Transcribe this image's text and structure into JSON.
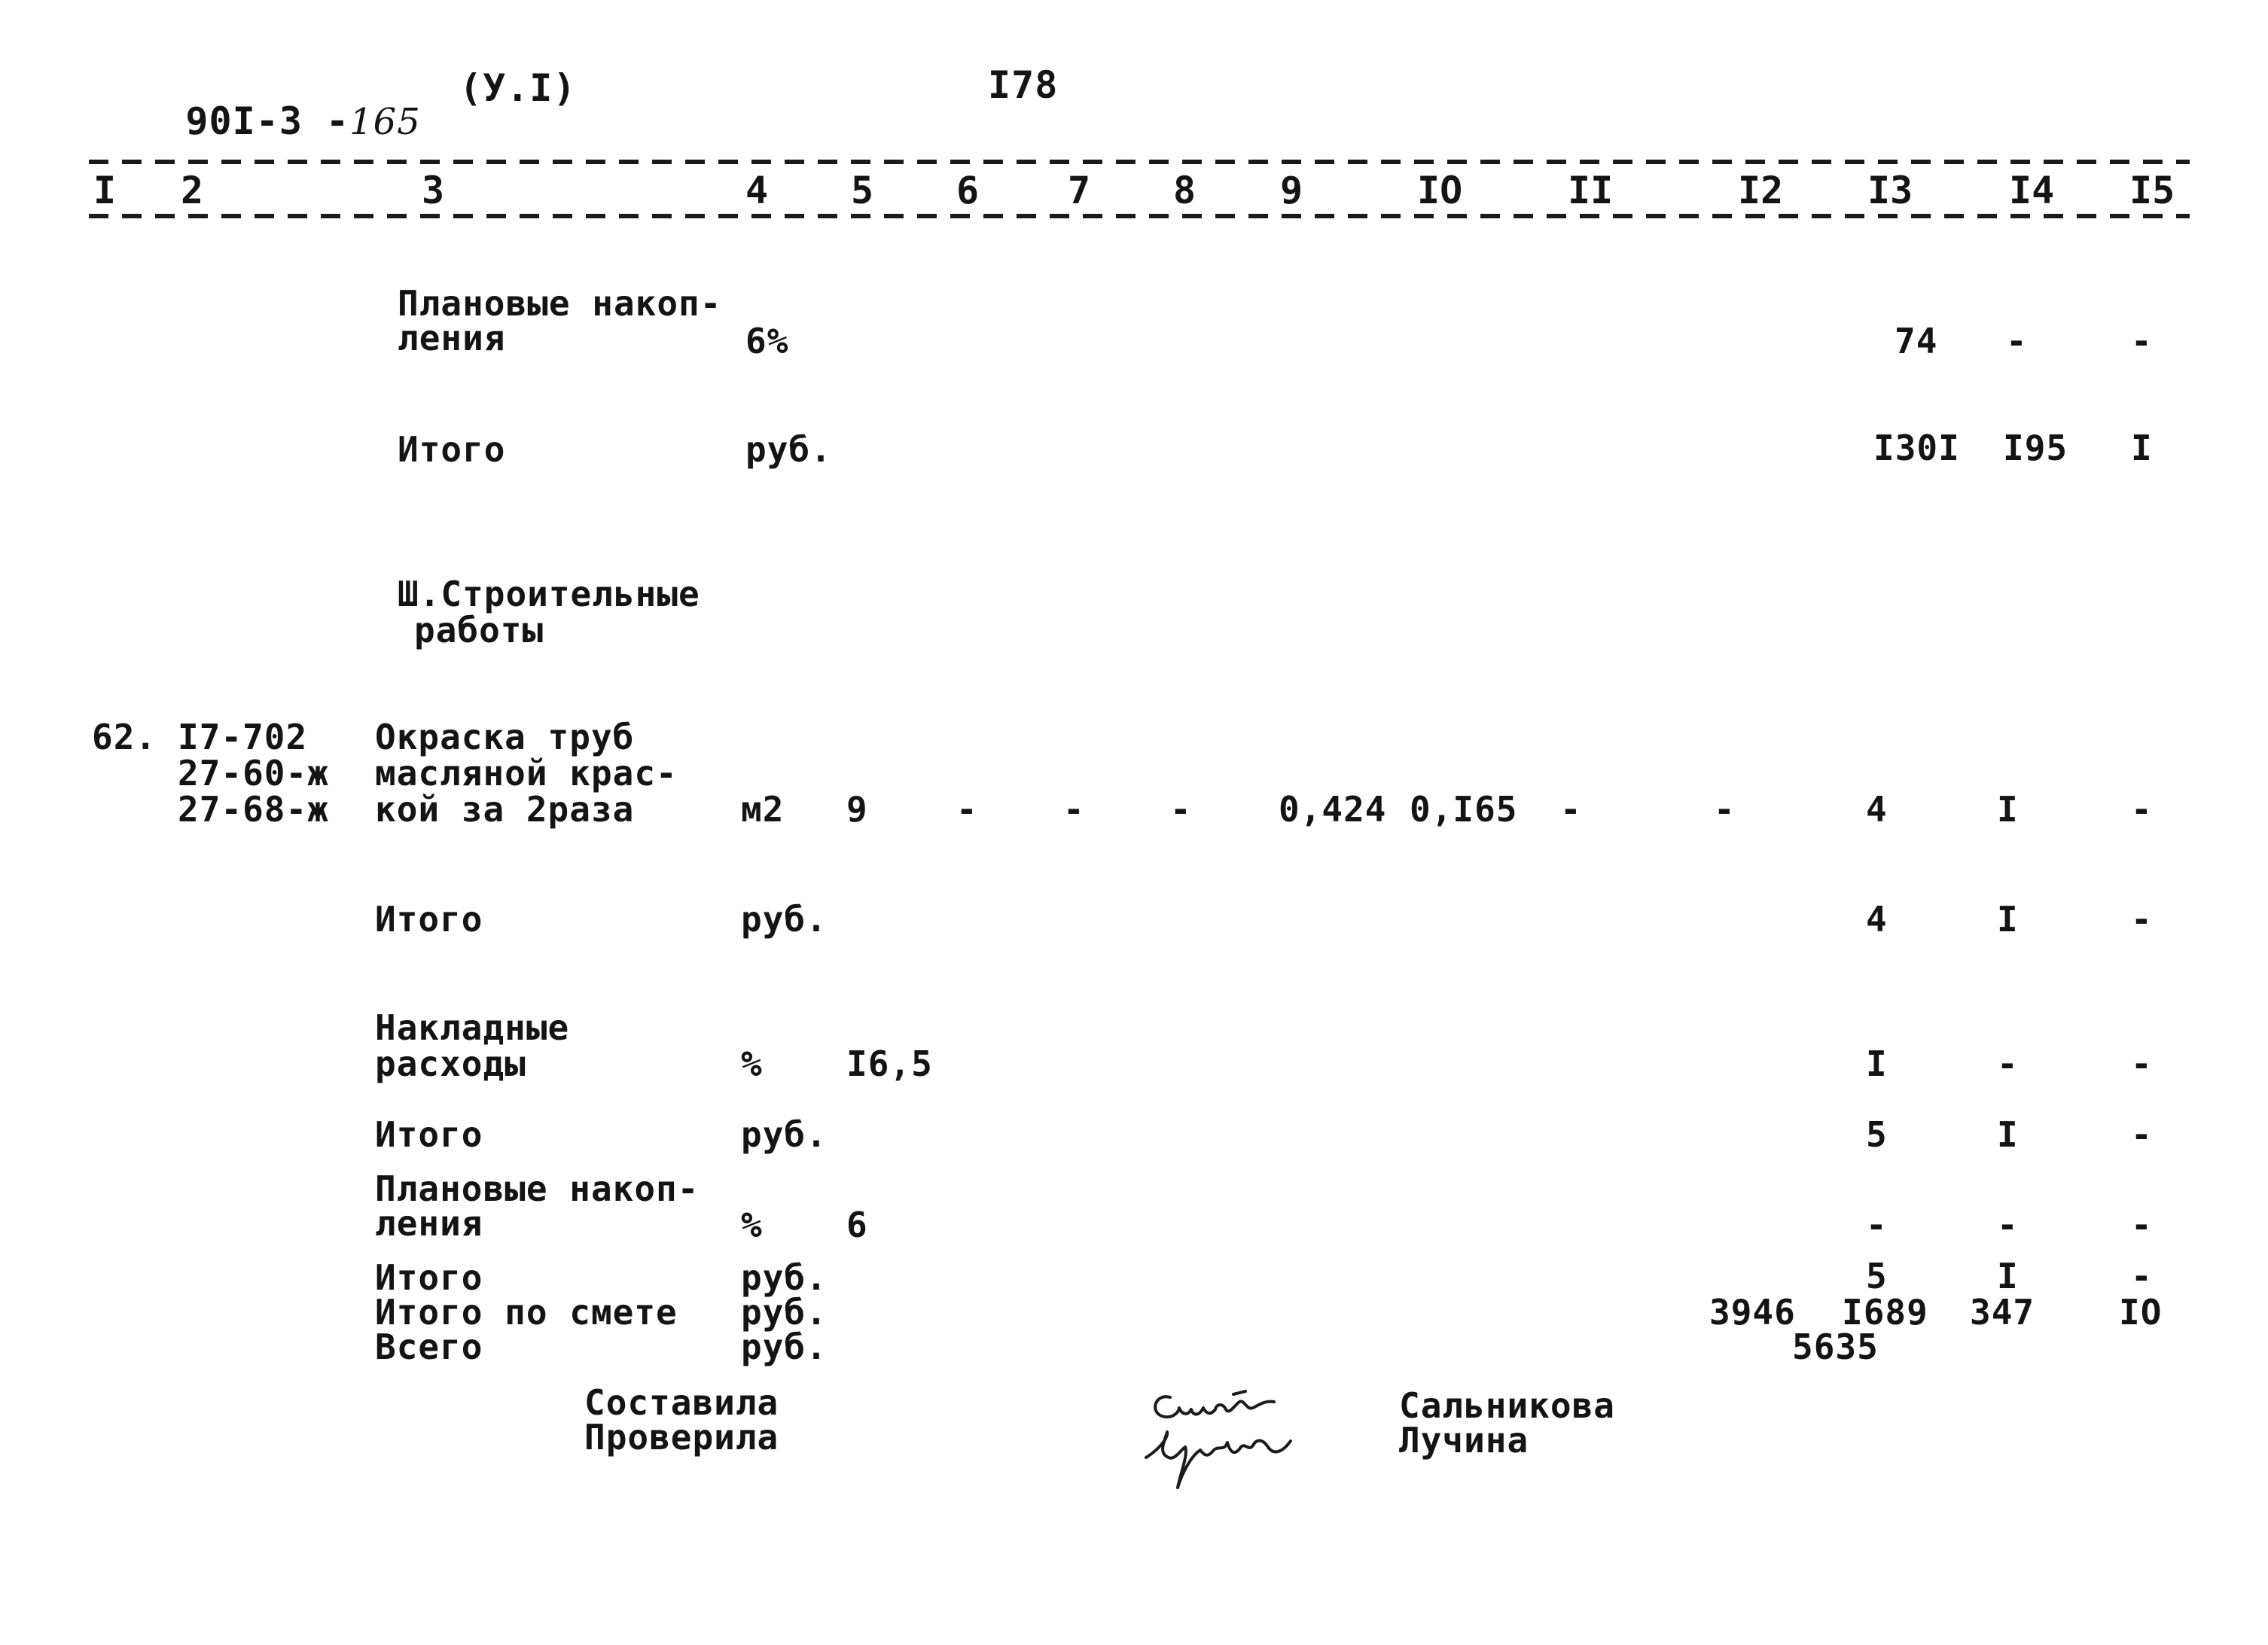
{
  "header": {
    "doc_code_typed": "90I-3 -",
    "doc_code_hand": "165",
    "volume": "(У.I)",
    "page_number": "I78"
  },
  "columns": [
    "I",
    "2",
    "3",
    "4",
    "5",
    "6",
    "7",
    "8",
    "9",
    "IO",
    "II",
    "I2",
    "I3",
    "I4",
    "I5"
  ],
  "rows": {
    "r1": {
      "name1": "Плановые накоп-",
      "name2": "ления",
      "unit": "6%",
      "c13": "74",
      "c14": "-",
      "c15": "-"
    },
    "r2": {
      "name": "Итого",
      "unit": "руб.",
      "c13": "I30I",
      "c14": "I95",
      "c15": "I"
    },
    "section": {
      "line1": "Ш.Строительные",
      "line2": "работы"
    },
    "r3": {
      "num": "62.",
      "code1": "I7-702",
      "code2": "27-60-ж",
      "code3": "27-68-ж",
      "name1": "Окраска труб",
      "name2": "масляной крас-",
      "name3": "кой за 2раза",
      "unit": "м2",
      "c5": "9",
      "c6": "-",
      "c7": "-",
      "c8": "-",
      "c9": "0,424",
      "c10": "0,I65",
      "c11": "-",
      "c12": "-",
      "c13": "4",
      "c14": "I",
      "c15": "-"
    },
    "r4": {
      "name": "Итого",
      "unit": "руб.",
      "c13": "4",
      "c14": "I",
      "c15": "-"
    },
    "r5": {
      "name1": "Накладные",
      "name2": "расходы",
      "unit": "%",
      "c5": "I6,5",
      "c13": "I",
      "c14": "-",
      "c15": "-"
    },
    "r6": {
      "name": "Итого",
      "unit": "руб.",
      "c13": "5",
      "c14": "I",
      "c15": "-"
    },
    "r7": {
      "name1": "Плановые накоп-",
      "name2": "ления",
      "unit": "%",
      "c5": "6",
      "c13": "-",
      "c14": "-",
      "c15": "-"
    },
    "r8": {
      "name": "Итого",
      "unit": "руб.",
      "c13": "5",
      "c14": "I",
      "c15": "-"
    },
    "r9": {
      "name": "Итого по смете",
      "unit": "руб.",
      "c12": "3946",
      "c13": "I689",
      "c14": "347",
      "c15": "IO"
    },
    "r10": {
      "name": "Всего",
      "unit": "руб.",
      "c12_13": "5635"
    }
  },
  "footer": {
    "compiled_label": "Составила",
    "checked_label": "Проверила",
    "compiled_name": "Сальникова",
    "checked_name": "Лучина"
  }
}
